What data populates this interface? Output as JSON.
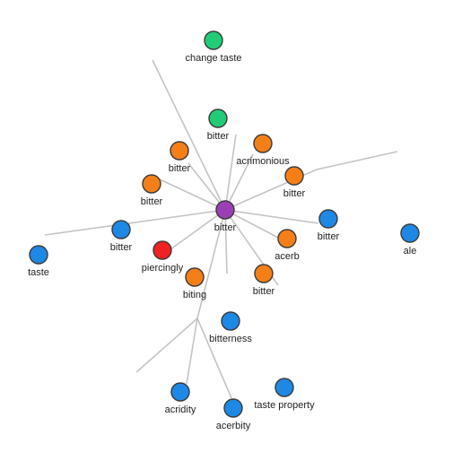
{
  "colors": {
    "green": "#22cc77",
    "orange": "#f57f17",
    "blue": "#1e88e5",
    "red": "#ee2222",
    "purple": "#9c3fb5",
    "edge": "#c4c4c4"
  },
  "nodes": [
    {
      "id": "change-taste",
      "label": "change taste",
      "color": "green"
    },
    {
      "id": "bitter-green",
      "label": "bitter",
      "color": "green"
    },
    {
      "id": "acrimonious",
      "label": "acrimonious",
      "color": "orange"
    },
    {
      "id": "bitter-o1",
      "label": "bitter",
      "color": "orange"
    },
    {
      "id": "bitter-o2",
      "label": "bitter",
      "color": "orange"
    },
    {
      "id": "bitter-o3",
      "label": "bitter",
      "color": "orange"
    },
    {
      "id": "bitter-center",
      "label": "bitter",
      "color": "purple"
    },
    {
      "id": "bitter-b1",
      "label": "bitter",
      "color": "blue"
    },
    {
      "id": "bitter-b2",
      "label": "bitter",
      "color": "blue"
    },
    {
      "id": "taste",
      "label": "taste",
      "color": "blue"
    },
    {
      "id": "ale",
      "label": "ale",
      "color": "blue"
    },
    {
      "id": "acerb",
      "label": "acerb",
      "color": "orange"
    },
    {
      "id": "piercingly",
      "label": "piercingly",
      "color": "red"
    },
    {
      "id": "biting",
      "label": "biting",
      "color": "orange"
    },
    {
      "id": "bitter-o4",
      "label": "bitter",
      "color": "orange"
    },
    {
      "id": "bitterness",
      "label": "bitterness",
      "color": "blue"
    },
    {
      "id": "acridity",
      "label": "acridity",
      "color": "blue"
    },
    {
      "id": "acerbity",
      "label": "acerbity",
      "color": "blue"
    },
    {
      "id": "taste-property",
      "label": "taste property",
      "color": "blue"
    }
  ]
}
